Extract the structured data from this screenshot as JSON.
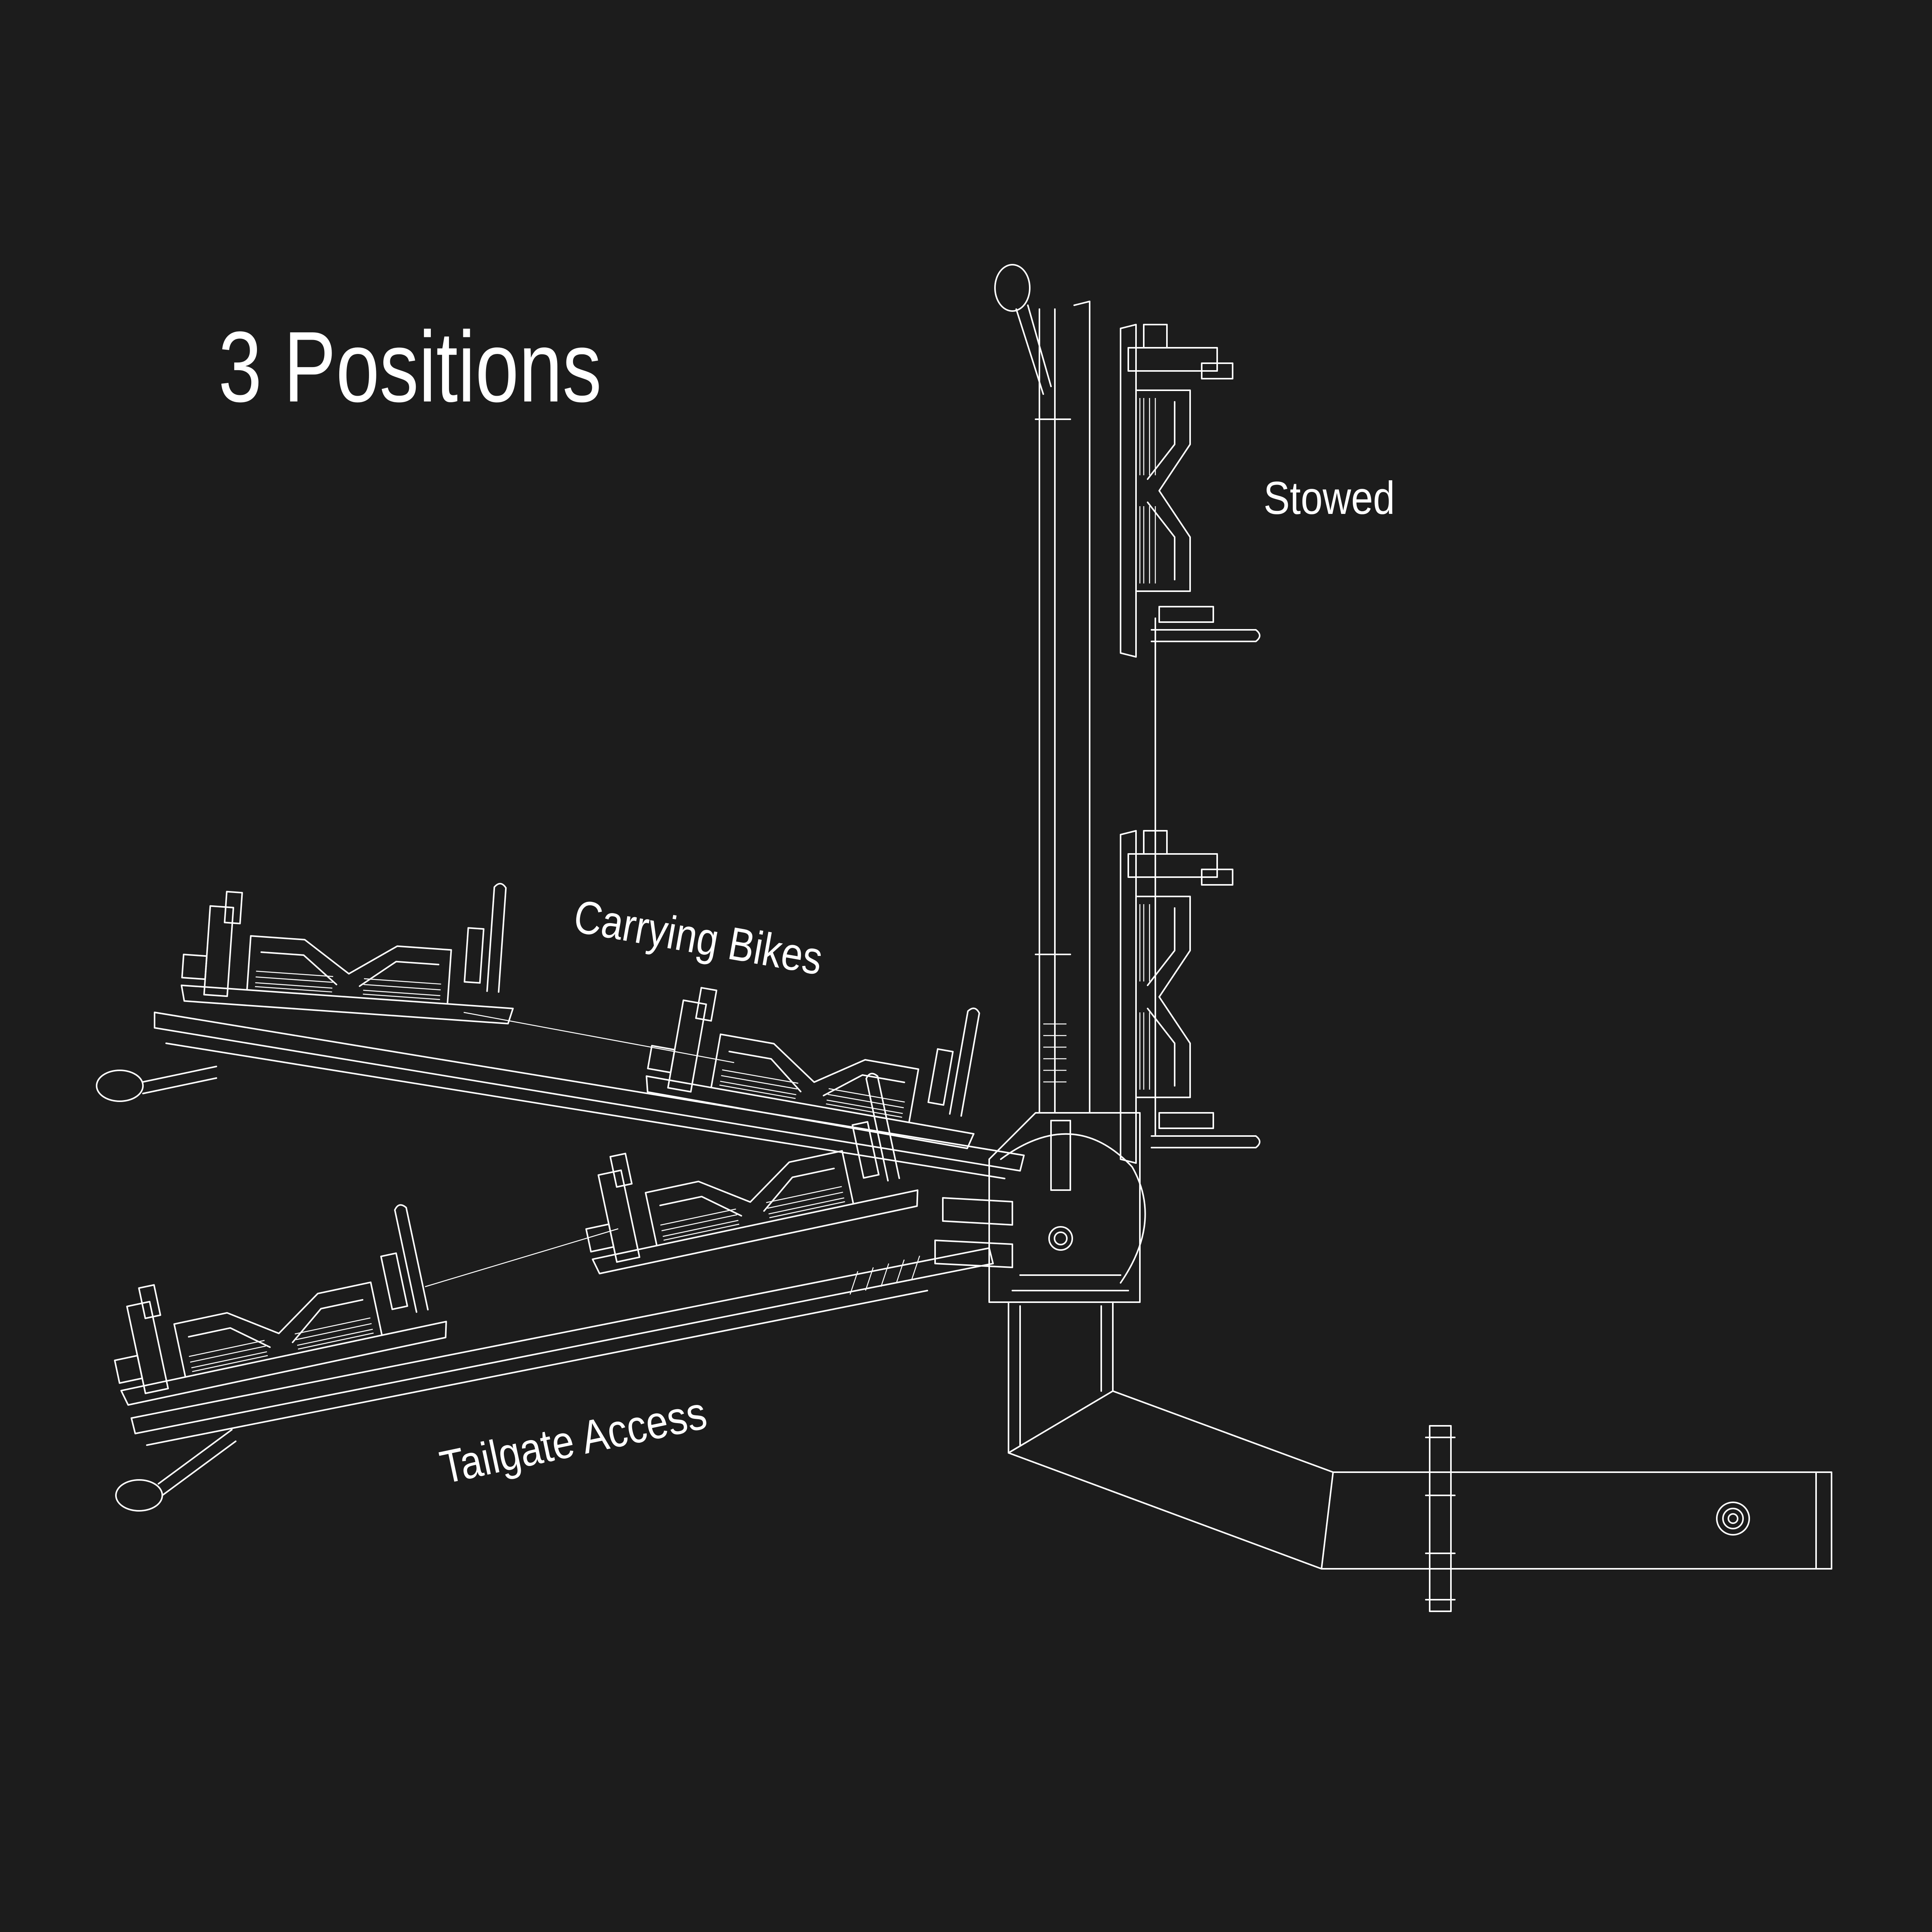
{
  "title": "3 Positions",
  "labels": {
    "stowed": "Stowed",
    "carrying": "Carrying Bikes",
    "tailgate": "Tailgate Access"
  },
  "colors": {
    "background": "#1c1c1c",
    "lines": "#ffffff"
  }
}
